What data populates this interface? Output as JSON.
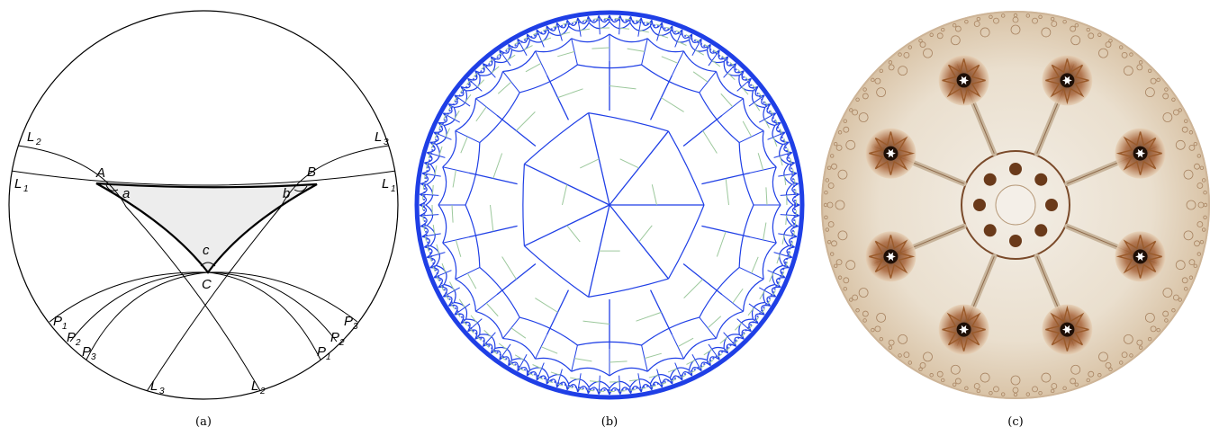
{
  "panels": [
    {
      "caption": "(a)"
    },
    {
      "caption": "(b)"
    },
    {
      "caption": "(c)"
    }
  ],
  "diagram_a": {
    "vertices": [
      "A",
      "B",
      "C"
    ],
    "angles": [
      "a",
      "b",
      "c"
    ],
    "lines": [
      {
        "main": "L",
        "sub": "1"
      },
      {
        "main": "L",
        "sub": "2"
      },
      {
        "main": "L",
        "sub": "3"
      },
      {
        "main": "P",
        "sub": "1"
      },
      {
        "main": "P",
        "sub": "2"
      },
      {
        "main": "P",
        "sub": "3"
      }
    ]
  },
  "colors": {
    "tiling_primary": "#1f3fe6",
    "tiling_dual": "#9cc89c",
    "triangle_fill": "#ededed",
    "escher_base": "#efe6da",
    "escher_accent": "#9a5a2a"
  }
}
